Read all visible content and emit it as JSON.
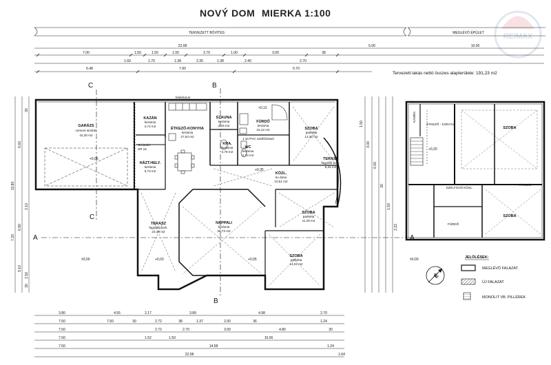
{
  "title": {
    "name": "NOVÝ DOM",
    "scale": "MIERKA 1:100"
  },
  "watermark": {
    "brand": "RE/MAX",
    "color": "#c9d4e6",
    "accent": "#e8b7bd"
  },
  "headers": {
    "new_section": "TERVEZETT BŐVÍTÉS",
    "existing_section": "MEGLÉVŐ ÉPÜLET"
  },
  "area_note": "Tervezett lakás nettó összes alapterülete:  191,23 m2",
  "top_dims": {
    "total": "22.08",
    "right_a": "5.00",
    "right_b": "10.00",
    "row2": [
      "7.00",
      "1.50",
      "1.50",
      "1.00",
      "2.70",
      "1.00",
      "3.00",
      "38"
    ],
    "row3": [
      "6.48",
      "7.90",
      "5.70"
    ],
    "row2b": [
      "1.60",
      "1.70",
      "1.38",
      "2.35",
      "1.38",
      "2.40",
      "2.70"
    ]
  },
  "bottom_dims": {
    "row1": [
      "3.80",
      "4.55",
      "2.17",
      "3.89",
      "4.98",
      "2.70"
    ],
    "row2": [
      "7.50",
      "7.50",
      "30",
      "2.72",
      "38",
      "1.37",
      "2.00",
      "36",
      "1.24"
    ],
    "row3": [
      "7.50",
      "2.72",
      "2.70",
      "3.00",
      "4.80",
      "30"
    ],
    "row4": [
      "7.50",
      "1.52",
      "1.50",
      "10.06"
    ],
    "row5": [
      "7.50",
      "14.58",
      "1.24"
    ],
    "total": "22.08",
    "tail": "1.64"
  },
  "left_dims": [
    "30",
    "6.60",
    "13.80",
    "7.20",
    "2.10",
    "6.90",
    "5.10",
    "1.50",
    "30"
  ],
  "right_dims": [
    "1.50",
    "3.00",
    "6.00",
    "30",
    "1.50",
    "2.22"
  ],
  "rooms": [
    {
      "name": "GARÁZS",
      "floor": "cement simítás",
      "area": "42,30 m2"
    },
    {
      "name": "KAZÁN",
      "floor": "kerámia",
      "area": "2,74 m2"
    },
    {
      "name": "ÉTKEZŐ-KONYHA",
      "floor": "kerámia",
      "area": "27,54 m2"
    },
    {
      "name": "SZAUNA",
      "floor": "kerámia",
      "area": "3,33 m2"
    },
    {
      "name": "FÜRDŐ",
      "floor": "kerámia",
      "area": "15,12 m2"
    },
    {
      "name": "SZOBA",
      "floor": "parketta",
      "area": "12,36 m2"
    },
    {
      "name": "HÁZT.HELY.",
      "floor": "kerámia",
      "area": "5,73 m2"
    },
    {
      "name": "KRA.",
      "floor": "kerámia",
      "area": "2,76 m2"
    },
    {
      "name": "WC",
      "floor": "kerámia",
      "area": "2,10 m2"
    },
    {
      "name": "KÖZL.",
      "floor": "ku ámia",
      "area": "10,51 m2"
    },
    {
      "name": "TERASZ",
      "floor": "fagyálló burk.",
      "area": "6,34 m2"
    },
    {
      "name": "TERASZ",
      "floor": "fagyálló burk.",
      "area": "23,19 m2"
    },
    {
      "name": "NAPPALI",
      "floor": "kerámia",
      "area": "35,73 m2"
    },
    {
      "name": "SZOBA",
      "floor": "parketta",
      "area": "11,29 m2"
    },
    {
      "name": "SZOBA",
      "floor": "parketta",
      "area": "14,02 m2"
    }
  ],
  "existing_rooms": [
    "KAMRA",
    "ÉTKEZŐ - KONYHA",
    "SZOBA",
    "KÖZL.",
    "TÁROLÓ",
    "SZÉLFOGÓ",
    "FÜRDŐ",
    "SZOBA"
  ],
  "small_labels": {
    "schiedel": "Schiedel",
    "sr": "SR 16",
    "pvc": "1:10 PVC szellőzéssel",
    "attic": "felekhat.ár",
    "level_0": "±0,00",
    "level_p5": "+0,05",
    "level_p3": "+0,03",
    "level_p35": "+0,35",
    "level_p12": "+0,12",
    "level_p20": "+0,20"
  },
  "section_marks": [
    "C",
    "C",
    "B",
    "B",
    "A",
    "A"
  ],
  "legend": {
    "heading": "JELÖLÉSEK:",
    "items": [
      "MEGLÉVŐ FALAZAT",
      "ÚJ FALAZAT",
      "MONOLIT VB. PILLÉREK"
    ]
  },
  "compass": "É"
}
